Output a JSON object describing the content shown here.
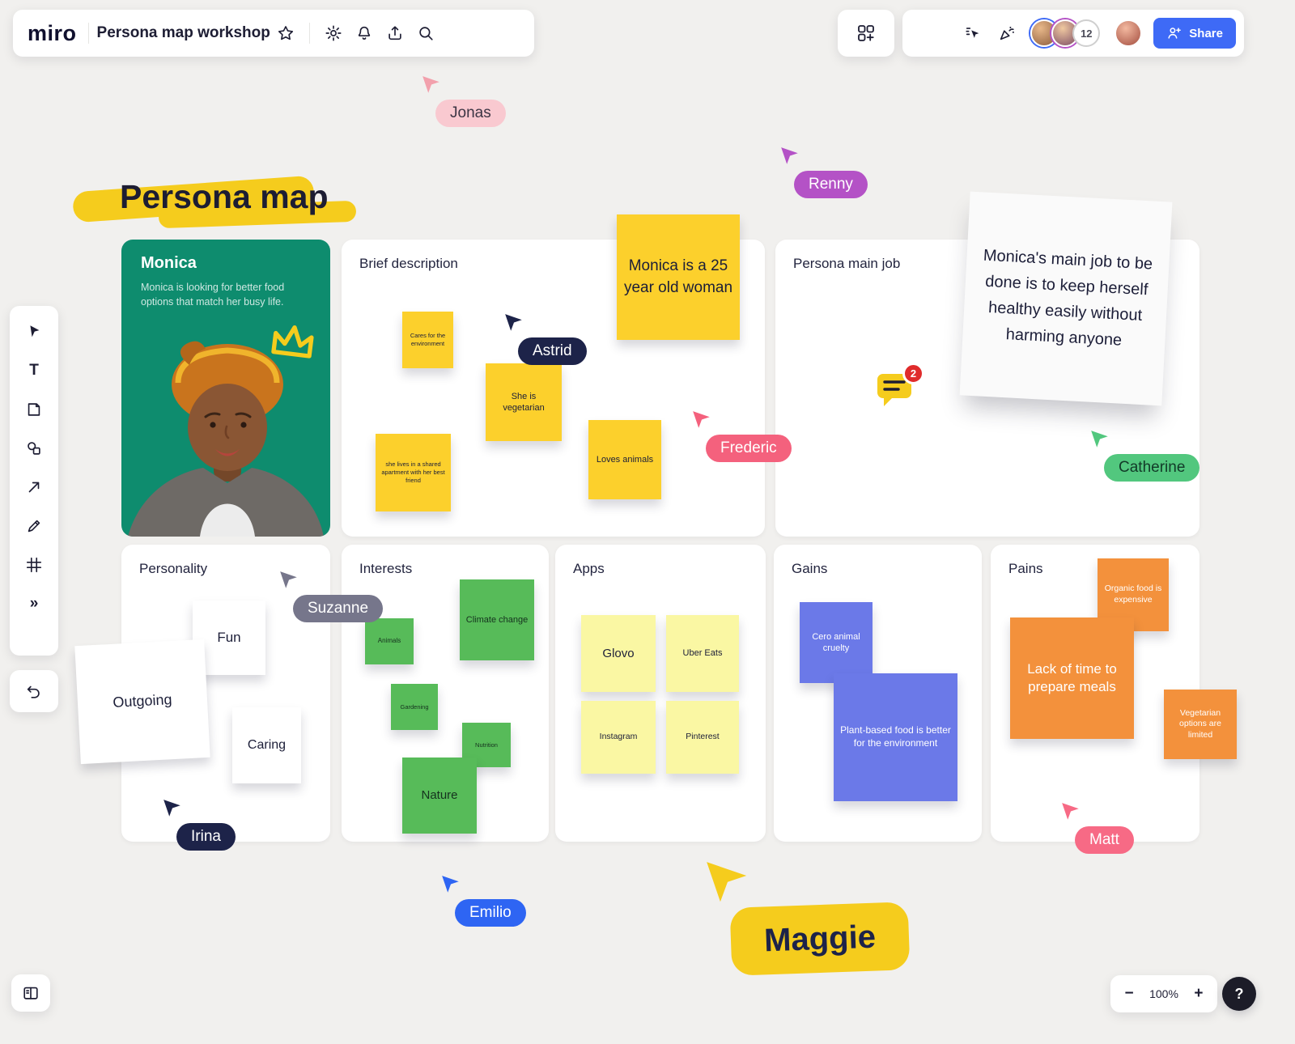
{
  "header": {
    "logo": "miro",
    "board_title": "Persona map workshop",
    "collaborator_count": "12",
    "share_label": "Share"
  },
  "icons": {
    "text_tool_glyph": "T",
    "more_tools_glyph": "»",
    "zoom_out_glyph": "−",
    "zoom_in_glyph": "+",
    "help_glyph": "?"
  },
  "controls": {
    "zoom_level": "100%"
  },
  "canvas": {
    "title": "Persona map",
    "frames": {
      "monica": {
        "title": "Monica",
        "description": "Monica is looking for better food options that match her busy life."
      },
      "brief": {
        "title": "Brief description",
        "notes": [
          {
            "text": "Cares for the environment"
          },
          {
            "text": "She is vegetarian"
          },
          {
            "text": "she lives in a shared apartment with her best friend"
          },
          {
            "text": "Loves animals"
          },
          {
            "text": "Monica is a 25 year old woman"
          }
        ]
      },
      "main_job": {
        "title": "Persona main job",
        "note": "Monica's main job to be done is to keep herself healthy easily without harming anyone",
        "comment_count": "2"
      },
      "personality": {
        "title": "Personality",
        "notes": [
          {
            "text": "Fun"
          },
          {
            "text": "Outgoing"
          },
          {
            "text": "Caring"
          }
        ]
      },
      "interests": {
        "title": "Interests",
        "notes": [
          {
            "text": "Climate change"
          },
          {
            "text": "Animals"
          },
          {
            "text": "Gardening"
          },
          {
            "text": "Nutrition"
          },
          {
            "text": "Nature"
          }
        ]
      },
      "apps": {
        "title": "Apps",
        "notes": [
          {
            "text": "Glovo"
          },
          {
            "text": "Uber Eats"
          },
          {
            "text": "Instagram"
          },
          {
            "text": "Pinterest"
          }
        ]
      },
      "gains": {
        "title": "Gains",
        "notes": [
          {
            "text": "Cero animal cruelty"
          },
          {
            "text": "Plant-based food is better for the environment"
          }
        ]
      },
      "pains": {
        "title": "Pains",
        "notes": [
          {
            "text": "Organic food is expensive"
          },
          {
            "text": "Lack of time to prepare meals"
          },
          {
            "text": "Vegetarian options are limited"
          }
        ]
      }
    },
    "cursors": [
      {
        "name": "Jonas",
        "label_bg": "#F9C9D0",
        "label_text": "#3c3544",
        "arrow": "#F2A0AC"
      },
      {
        "name": "Renny",
        "label_bg": "#B452C6",
        "label_text": "#ffffff",
        "arrow": "#B452C6"
      },
      {
        "name": "Astrid",
        "label_bg": "#1D2349",
        "label_text": "#ffffff",
        "arrow": "#1D2349"
      },
      {
        "name": "Frederic",
        "label_bg": "#F4617D",
        "label_text": "#ffffff",
        "arrow": "#F4617D"
      },
      {
        "name": "Catherine",
        "label_bg": "#52C77E",
        "label_text": "#123a28",
        "arrow": "#52C77E"
      },
      {
        "name": "Suzanne",
        "label_bg": "#76768B",
        "label_text": "#ffffff",
        "arrow": "#76768B"
      },
      {
        "name": "Irina",
        "label_bg": "#1D2349",
        "label_text": "#ffffff",
        "arrow": "#1D2349"
      },
      {
        "name": "Emilio",
        "label_bg": "#2E65F3",
        "label_text": "#ffffff",
        "arrow": "#2E65F3"
      },
      {
        "name": "Matt",
        "label_bg": "#F76A85",
        "label_text": "#ffffff",
        "arrow": "#F76A85"
      },
      {
        "name": "Maggie",
        "label_bg": "#F5CC1D",
        "label_text": "#1D2349",
        "arrow": "#F5CC1D"
      }
    ]
  },
  "colors": {
    "brand_blue": "#3E6AF6",
    "monica_green": "#0E8C6E",
    "sticky_yellow": "#FCD02C",
    "sticky_pale_yellow": "#FAF7A3",
    "sticky_green": "#57BB59",
    "sticky_blue": "#6B79E8",
    "sticky_orange": "#F3913C",
    "badge_red": "#E02B2B",
    "highlight_yellow": "#F5CC1D",
    "background": "#F1F0EE"
  }
}
